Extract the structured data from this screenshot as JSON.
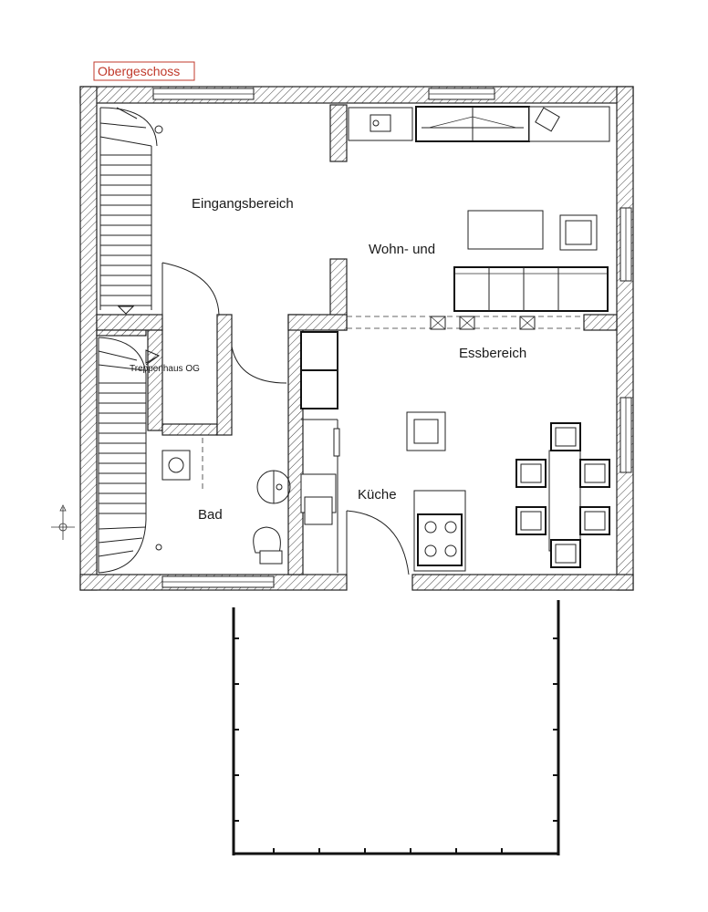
{
  "plan": {
    "floor_label": "Obergeschoss",
    "rooms": {
      "eingang": "Eingangsbereich",
      "wohnen": "Wohn- und",
      "essen": "Essbereich",
      "kueche": "Küche",
      "bad": "Bad",
      "treppenhaus": "Treppenhaus OG"
    }
  }
}
